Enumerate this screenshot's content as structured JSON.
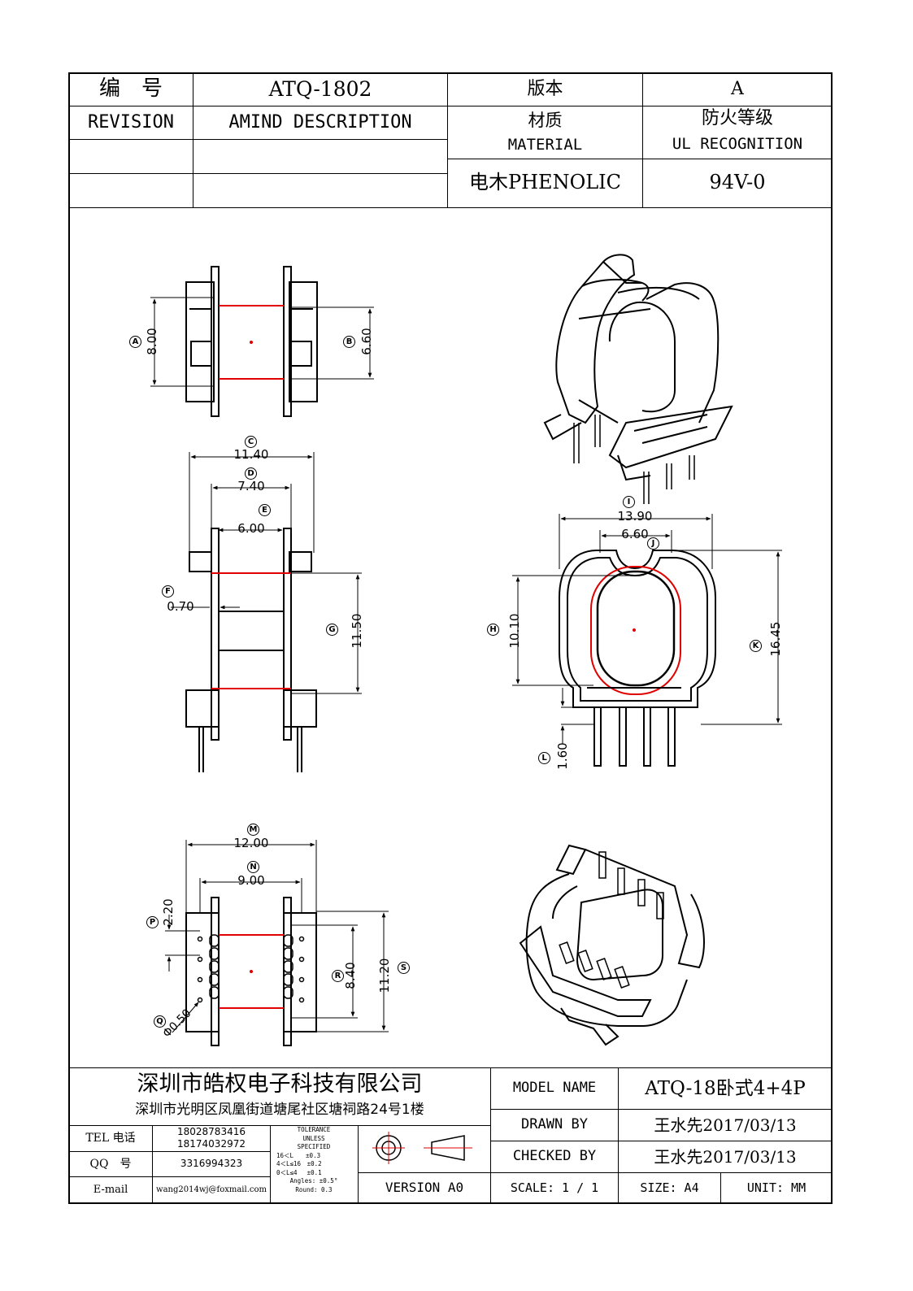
{
  "header": {
    "number_label": "编　号",
    "number_value": "ATQ-1802",
    "version_label": "版本",
    "version_value": "A",
    "revision_label": "REVISION",
    "amend_label": "AMIND DESCRIPTION",
    "material_label_cn": "材质",
    "material_label_en": "MATERIAL",
    "ul_label_cn": "防火等级",
    "ul_label_en": "UL RECOGNITION",
    "material_value": "电木PHENOLIC",
    "ul_value": "94V-0"
  },
  "dimensions": {
    "A": "8.00",
    "B": "6.60",
    "C": "11.40",
    "D": "7.40",
    "E": "6.00",
    "F": "0.70",
    "G": "11.50",
    "H": "10.10",
    "I": "13.90",
    "J": "6.60",
    "K": "16.45",
    "L": "1.60",
    "M": "12.00",
    "N": "9.00",
    "P": "2.20",
    "Q": "Φ0.50",
    "R": "8.40",
    "S": "11.20"
  },
  "markers": {
    "A": "A",
    "B": "B",
    "C": "C",
    "D": "D",
    "E": "E",
    "F": "F",
    "G": "G",
    "H": "H",
    "I": "I",
    "J": "J",
    "K": "K",
    "L": "L",
    "M": "M",
    "N": "N",
    "P": "P",
    "Q": "Q",
    "R": "R",
    "S": "S"
  },
  "title_block": {
    "company_name": "深圳市皓权电子科技有限公司",
    "company_address": "深圳市光明区凤凰街道塘尾社区塘祠路24号1楼",
    "tel_label": "TEL 电话",
    "tel_values": [
      "18028783416",
      "18174032972"
    ],
    "qq_label": "QQ　号",
    "qq_value": "3316994323",
    "email_label": "E-mail",
    "email_value": "wang2014wj@foxmail.com",
    "tolerance_lines": [
      "TOLERANCE",
      "UNLESS",
      "SPECIFIED",
      "16＜L　　±0.3",
      "4＜L≤16　±0.2",
      "0＜L≤4　 ±0.1",
      "Angles: ±0.5°",
      "Round: 0.3"
    ],
    "version": "VERSION A0",
    "model_label": "MODEL NAME",
    "model_value": "ATQ-18卧式4+4P",
    "drawn_label": "DRAWN BY",
    "drawn_value": "王水先2017/03/13",
    "checked_label": "CHECKED BY",
    "checked_value": "王水先2017/03/13",
    "scale": "SCALE:  1 / 1",
    "size": "SIZE:  A4",
    "unit": "UNIT:  MM"
  }
}
